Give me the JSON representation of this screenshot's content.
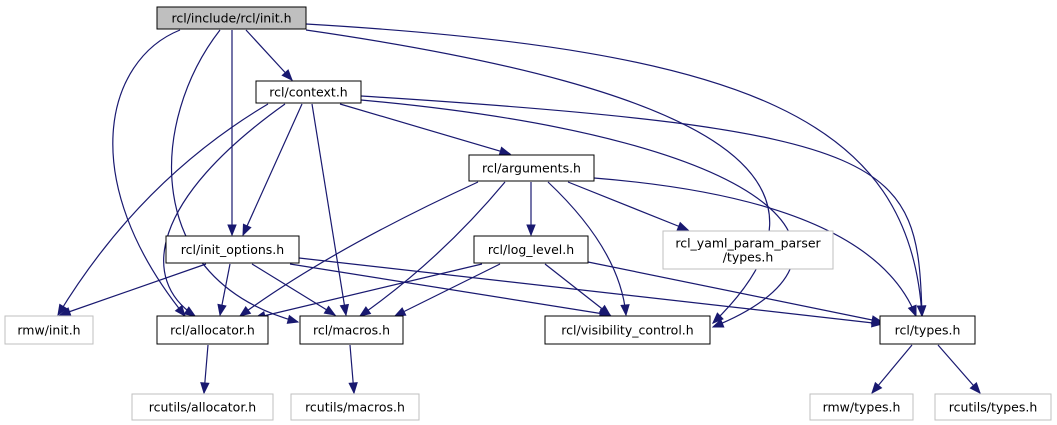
{
  "nodes": [
    {
      "id": "init",
      "lines": [
        "rcl/include/rcl/init.h"
      ],
      "kind": "main"
    },
    {
      "id": "context",
      "lines": [
        "rcl/context.h"
      ],
      "kind": "local"
    },
    {
      "id": "arguments",
      "lines": [
        "rcl/arguments.h"
      ],
      "kind": "local"
    },
    {
      "id": "init_options",
      "lines": [
        "rcl/init_options.h"
      ],
      "kind": "local"
    },
    {
      "id": "log_level",
      "lines": [
        "rcl/log_level.h"
      ],
      "kind": "local"
    },
    {
      "id": "yaml_types",
      "lines": [
        "rcl_yaml_param_parser",
        "/types.h"
      ],
      "kind": "ext"
    },
    {
      "id": "rmw_init",
      "lines": [
        "rmw/init.h"
      ],
      "kind": "ext"
    },
    {
      "id": "allocator",
      "lines": [
        "rcl/allocator.h"
      ],
      "kind": "local"
    },
    {
      "id": "macros",
      "lines": [
        "rcl/macros.h"
      ],
      "kind": "local"
    },
    {
      "id": "visibility",
      "lines": [
        "rcl/visibility_control.h"
      ],
      "kind": "local"
    },
    {
      "id": "types",
      "lines": [
        "rcl/types.h"
      ],
      "kind": "local"
    },
    {
      "id": "rcutils_allocator",
      "lines": [
        "rcutils/allocator.h"
      ],
      "kind": "ext"
    },
    {
      "id": "rcutils_macros",
      "lines": [
        "rcutils/macros.h"
      ],
      "kind": "ext"
    },
    {
      "id": "rmw_types",
      "lines": [
        "rmw/types.h"
      ],
      "kind": "ext"
    },
    {
      "id": "rcutils_types",
      "lines": [
        "rcutils/types.h"
      ],
      "kind": "ext"
    }
  ],
  "edges": [
    {
      "from": "init",
      "to": "context"
    },
    {
      "from": "init",
      "to": "init_options"
    },
    {
      "from": "init",
      "to": "allocator"
    },
    {
      "from": "init",
      "to": "macros"
    },
    {
      "from": "init",
      "to": "types"
    },
    {
      "from": "init",
      "to": "visibility"
    },
    {
      "from": "context",
      "to": "arguments"
    },
    {
      "from": "context",
      "to": "init_options"
    },
    {
      "from": "context",
      "to": "rmw_init"
    },
    {
      "from": "context",
      "to": "allocator"
    },
    {
      "from": "context",
      "to": "macros"
    },
    {
      "from": "context",
      "to": "visibility"
    },
    {
      "from": "context",
      "to": "types"
    },
    {
      "from": "arguments",
      "to": "log_level"
    },
    {
      "from": "arguments",
      "to": "yaml_types"
    },
    {
      "from": "arguments",
      "to": "allocator"
    },
    {
      "from": "arguments",
      "to": "macros"
    },
    {
      "from": "arguments",
      "to": "visibility"
    },
    {
      "from": "arguments",
      "to": "types"
    },
    {
      "from": "init_options",
      "to": "rmw_init"
    },
    {
      "from": "init_options",
      "to": "allocator"
    },
    {
      "from": "init_options",
      "to": "macros"
    },
    {
      "from": "init_options",
      "to": "visibility"
    },
    {
      "from": "init_options",
      "to": "types"
    },
    {
      "from": "log_level",
      "to": "allocator"
    },
    {
      "from": "log_level",
      "to": "macros"
    },
    {
      "from": "log_level",
      "to": "visibility"
    },
    {
      "from": "log_level",
      "to": "types"
    },
    {
      "from": "allocator",
      "to": "rcutils_allocator"
    },
    {
      "from": "macros",
      "to": "rcutils_macros"
    },
    {
      "from": "types",
      "to": "rmw_types"
    },
    {
      "from": "types",
      "to": "rcutils_types"
    }
  ]
}
